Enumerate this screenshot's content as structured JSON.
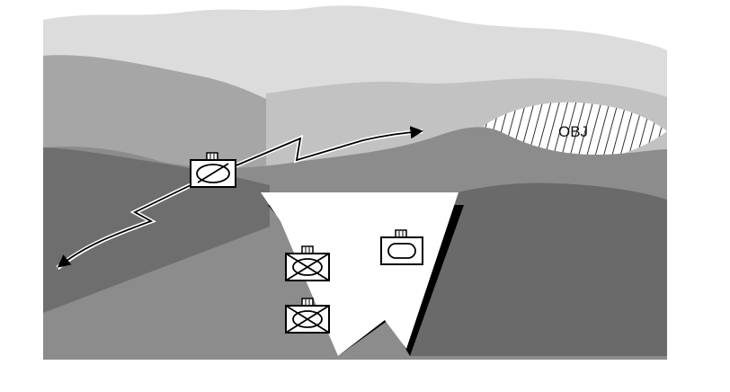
{
  "objective": {
    "label": "OBJ"
  },
  "colors": {
    "sky_background": "#ffffff",
    "ridge_far": "#dcdcdc",
    "ridge_far_lower": "#d0d0d0",
    "ridge_mid_left": "#a6a6a6",
    "ridge_mid_right": "#c2c2c2",
    "ridge_near": "#8c8c8c",
    "ground_left": "#6e6e6e",
    "ground_right": "#6a6a6a",
    "deadspace_fill": "#ffffff",
    "deadspace_shadow": "#000000",
    "objective_hatch": "#000000",
    "symbol_stroke": "#000000",
    "symbol_fill": "#ffffff"
  },
  "symbols": [
    {
      "name": "overwatch-unit-symbol",
      "icon": "armor-infantry-symbol",
      "modifier": "diagonal-slash"
    },
    {
      "name": "armor-unit-symbol",
      "icon": "armor-symbol",
      "modifier": "none"
    },
    {
      "name": "mech-infantry-symbol-upper",
      "icon": "mechanized-infantry-symbol",
      "modifier": "cross"
    },
    {
      "name": "mech-infantry-symbol-lower",
      "icon": "mechanized-infantry-symbol",
      "modifier": "cross"
    }
  ],
  "arrows": [
    {
      "name": "observation-arrow-to-objective",
      "type": "zigzag-arrow"
    },
    {
      "name": "observation-arrow-to-flank",
      "type": "zigzag-arrow"
    }
  ]
}
